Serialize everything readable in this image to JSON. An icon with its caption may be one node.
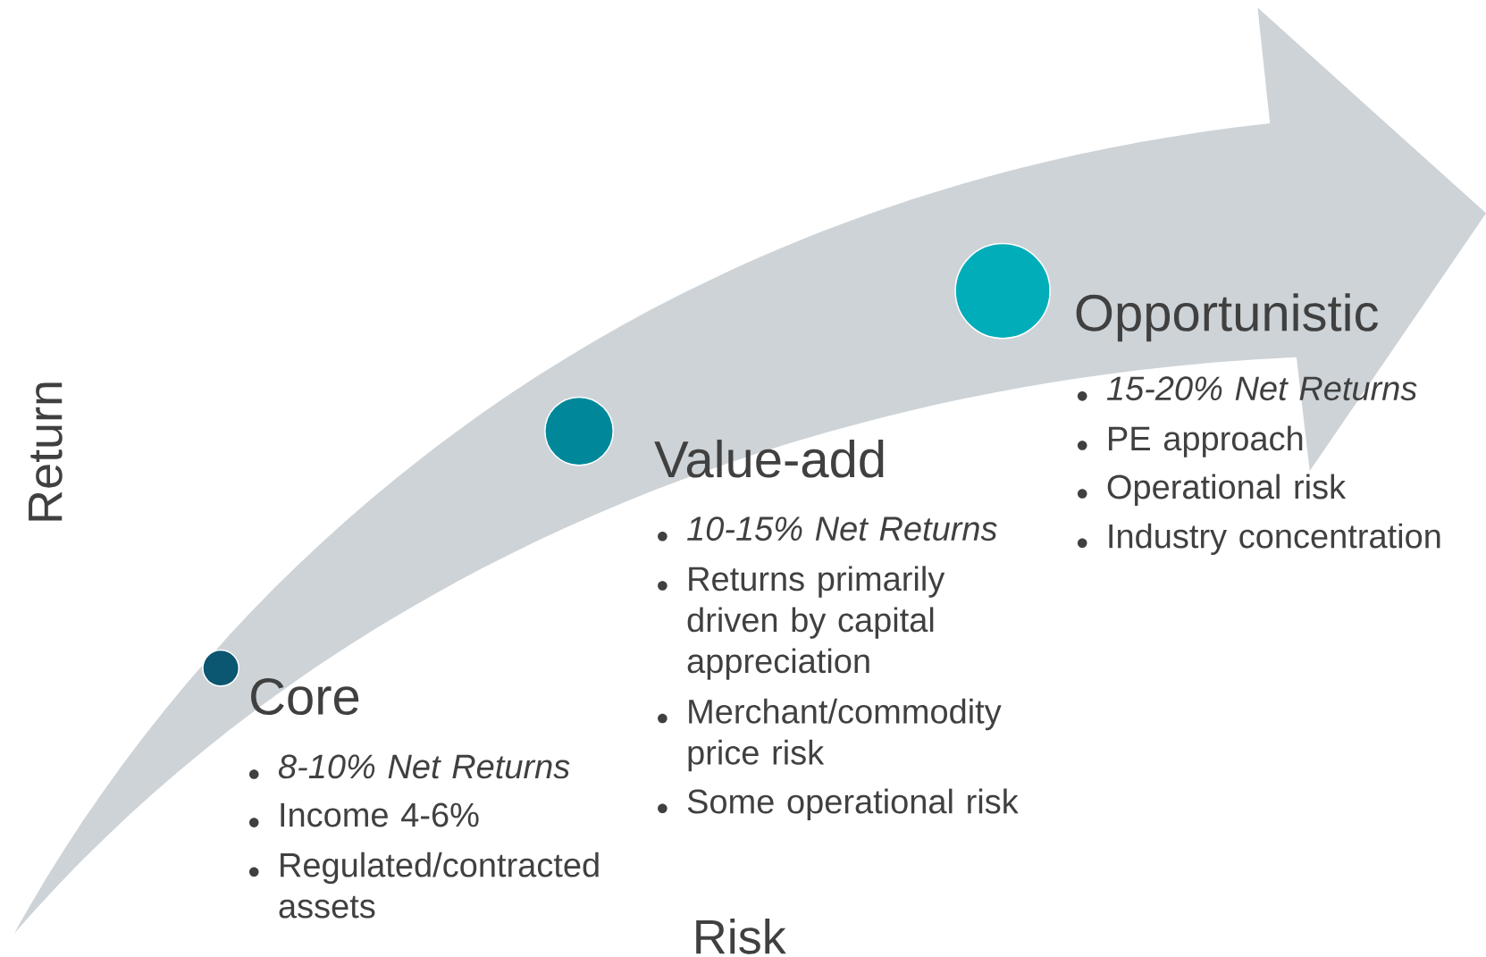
{
  "diagram": {
    "nodes": [
      {
        "text": [],
        "shape": "circle",
        "beside": [
          "Core",
          "8-10% Net Returns",
          "Income 4-6%",
          "Regulated/contracted assets"
        ]
      },
      {
        "text": [],
        "shape": "circle",
        "beside": [
          "Value-add",
          "10-15% Net Returns",
          "Returns primarily driven by capital appreciation",
          "Merchant/commodity price risk",
          "Some operational risk"
        ]
      },
      {
        "text": [],
        "shape": "circle",
        "beside": [
          "Opportunistic",
          "15-20% Net Returns",
          "PE approach",
          "Operational risk",
          "Industry concentration"
        ]
      }
    ],
    "labels": [
      "Return",
      "Risk"
    ]
  }
}
